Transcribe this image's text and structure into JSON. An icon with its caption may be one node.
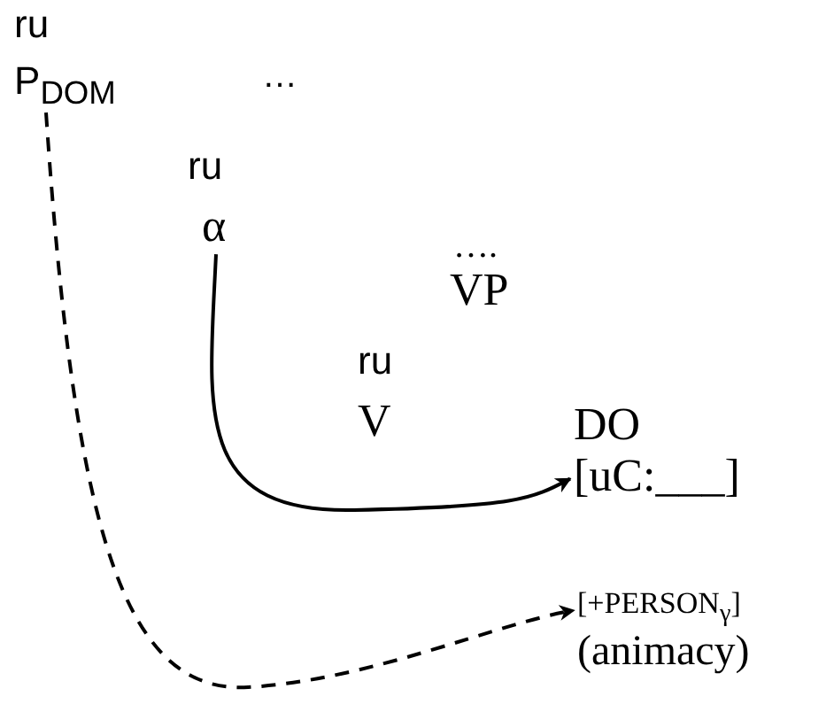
{
  "diagram": {
    "nodes": [
      {
        "text": [
          "P$_{DOM}$"
        ]
      },
      {
        "text": [
          "α"
        ]
      },
      {
        "text": [
          "DO",
          "[uC:___]"
        ]
      },
      {
        "text": [
          "[+PERSON$_{γ}$]",
          "(animacy)"
        ]
      }
    ],
    "edges": [
      {
        "from": 1,
        "to": 2,
        "arrow": "to"
      },
      {
        "from": 0,
        "to": 3,
        "arrow": "to",
        "style": "dashed"
      }
    ],
    "labels": [
      "ru",
      "…",
      "ru",
      "….",
      "VP",
      "ru",
      "V"
    ]
  }
}
